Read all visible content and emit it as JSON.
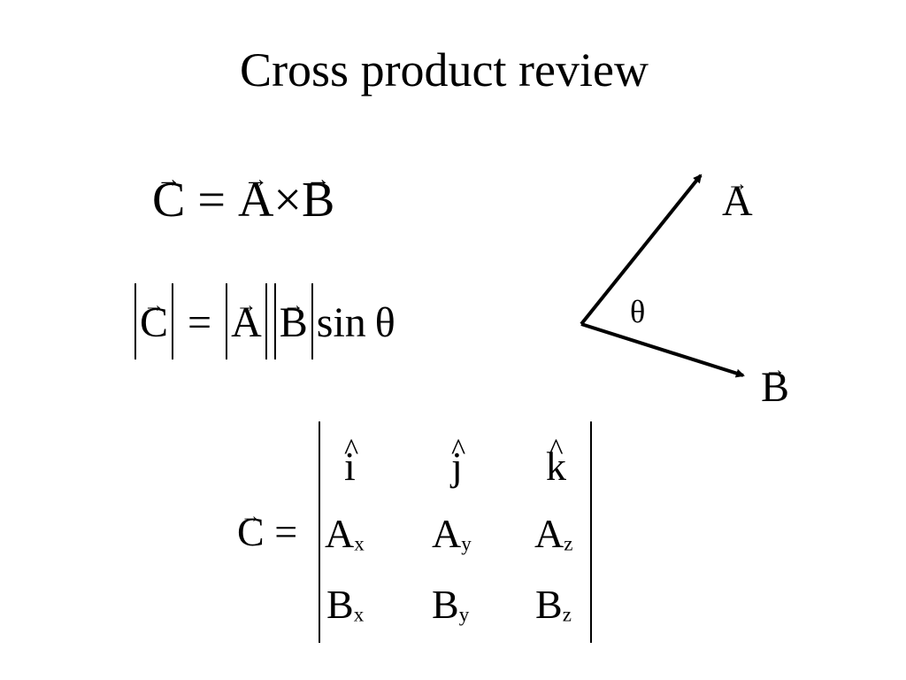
{
  "slide": {
    "title": "Cross product review"
  },
  "equations": {
    "cross_def": {
      "lhs": "C",
      "equals": "=",
      "a": "A",
      "times": "×",
      "b": "B"
    },
    "magnitude": {
      "c": "C",
      "equals": "=",
      "a": "A",
      "b": "B",
      "sin": "sin",
      "theta": "θ"
    },
    "determinant": {
      "lhs": "C",
      "equals": "=",
      "row1": [
        "i",
        "j",
        "k"
      ],
      "row2": [
        {
          "base": "A",
          "sub": "x"
        },
        {
          "base": "A",
          "sub": "y"
        },
        {
          "base": "A",
          "sub": "z"
        }
      ],
      "row3": [
        {
          "base": "B",
          "sub": "x"
        },
        {
          "base": "B",
          "sub": "y"
        },
        {
          "base": "B",
          "sub": "z"
        }
      ]
    }
  },
  "diagram": {
    "vector_a_label": "A",
    "vector_b_label": "B",
    "angle_label": "θ"
  },
  "glyphs": {
    "vector_arrow": "→",
    "unit_hat": "^"
  }
}
